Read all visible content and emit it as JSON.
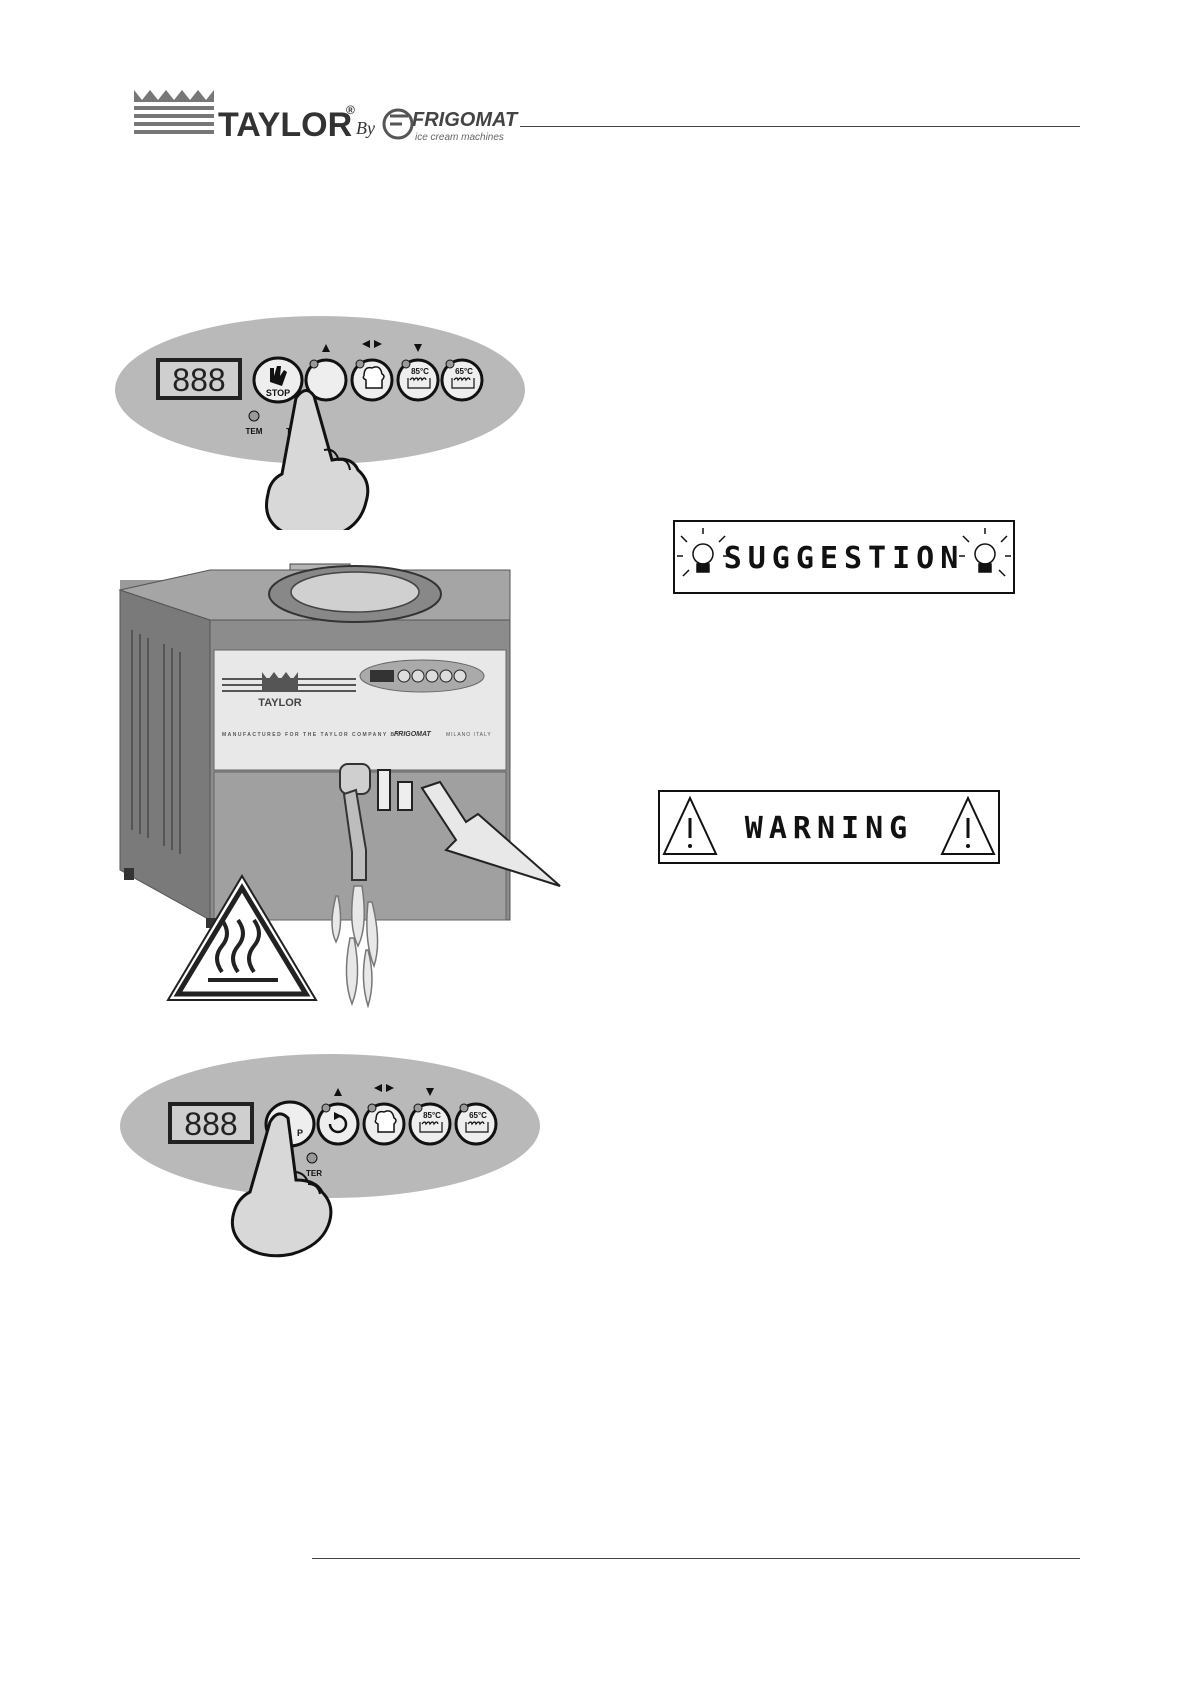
{
  "header": {
    "brand": "TAYLOR",
    "registered": "®",
    "by": "By",
    "partner": "FRIGOMAT",
    "partner_tagline": "ice cream machines"
  },
  "panels": {
    "display": "888",
    "stop_label": "STOP",
    "temp_85": "85°C",
    "temp_65": "65°C",
    "led_tem": "TEM",
    "led_ter": "TER"
  },
  "machine": {
    "logo_text": "TAYLOR",
    "strip_text": "MANUFACTURED FOR THE TAYLOR COMPANY BY",
    "strip_partner": "FRIGOMAT",
    "strip_tail": "MILANO ITALY"
  },
  "banners": {
    "suggestion": "SUGGESTION",
    "warning": "WARNING"
  }
}
